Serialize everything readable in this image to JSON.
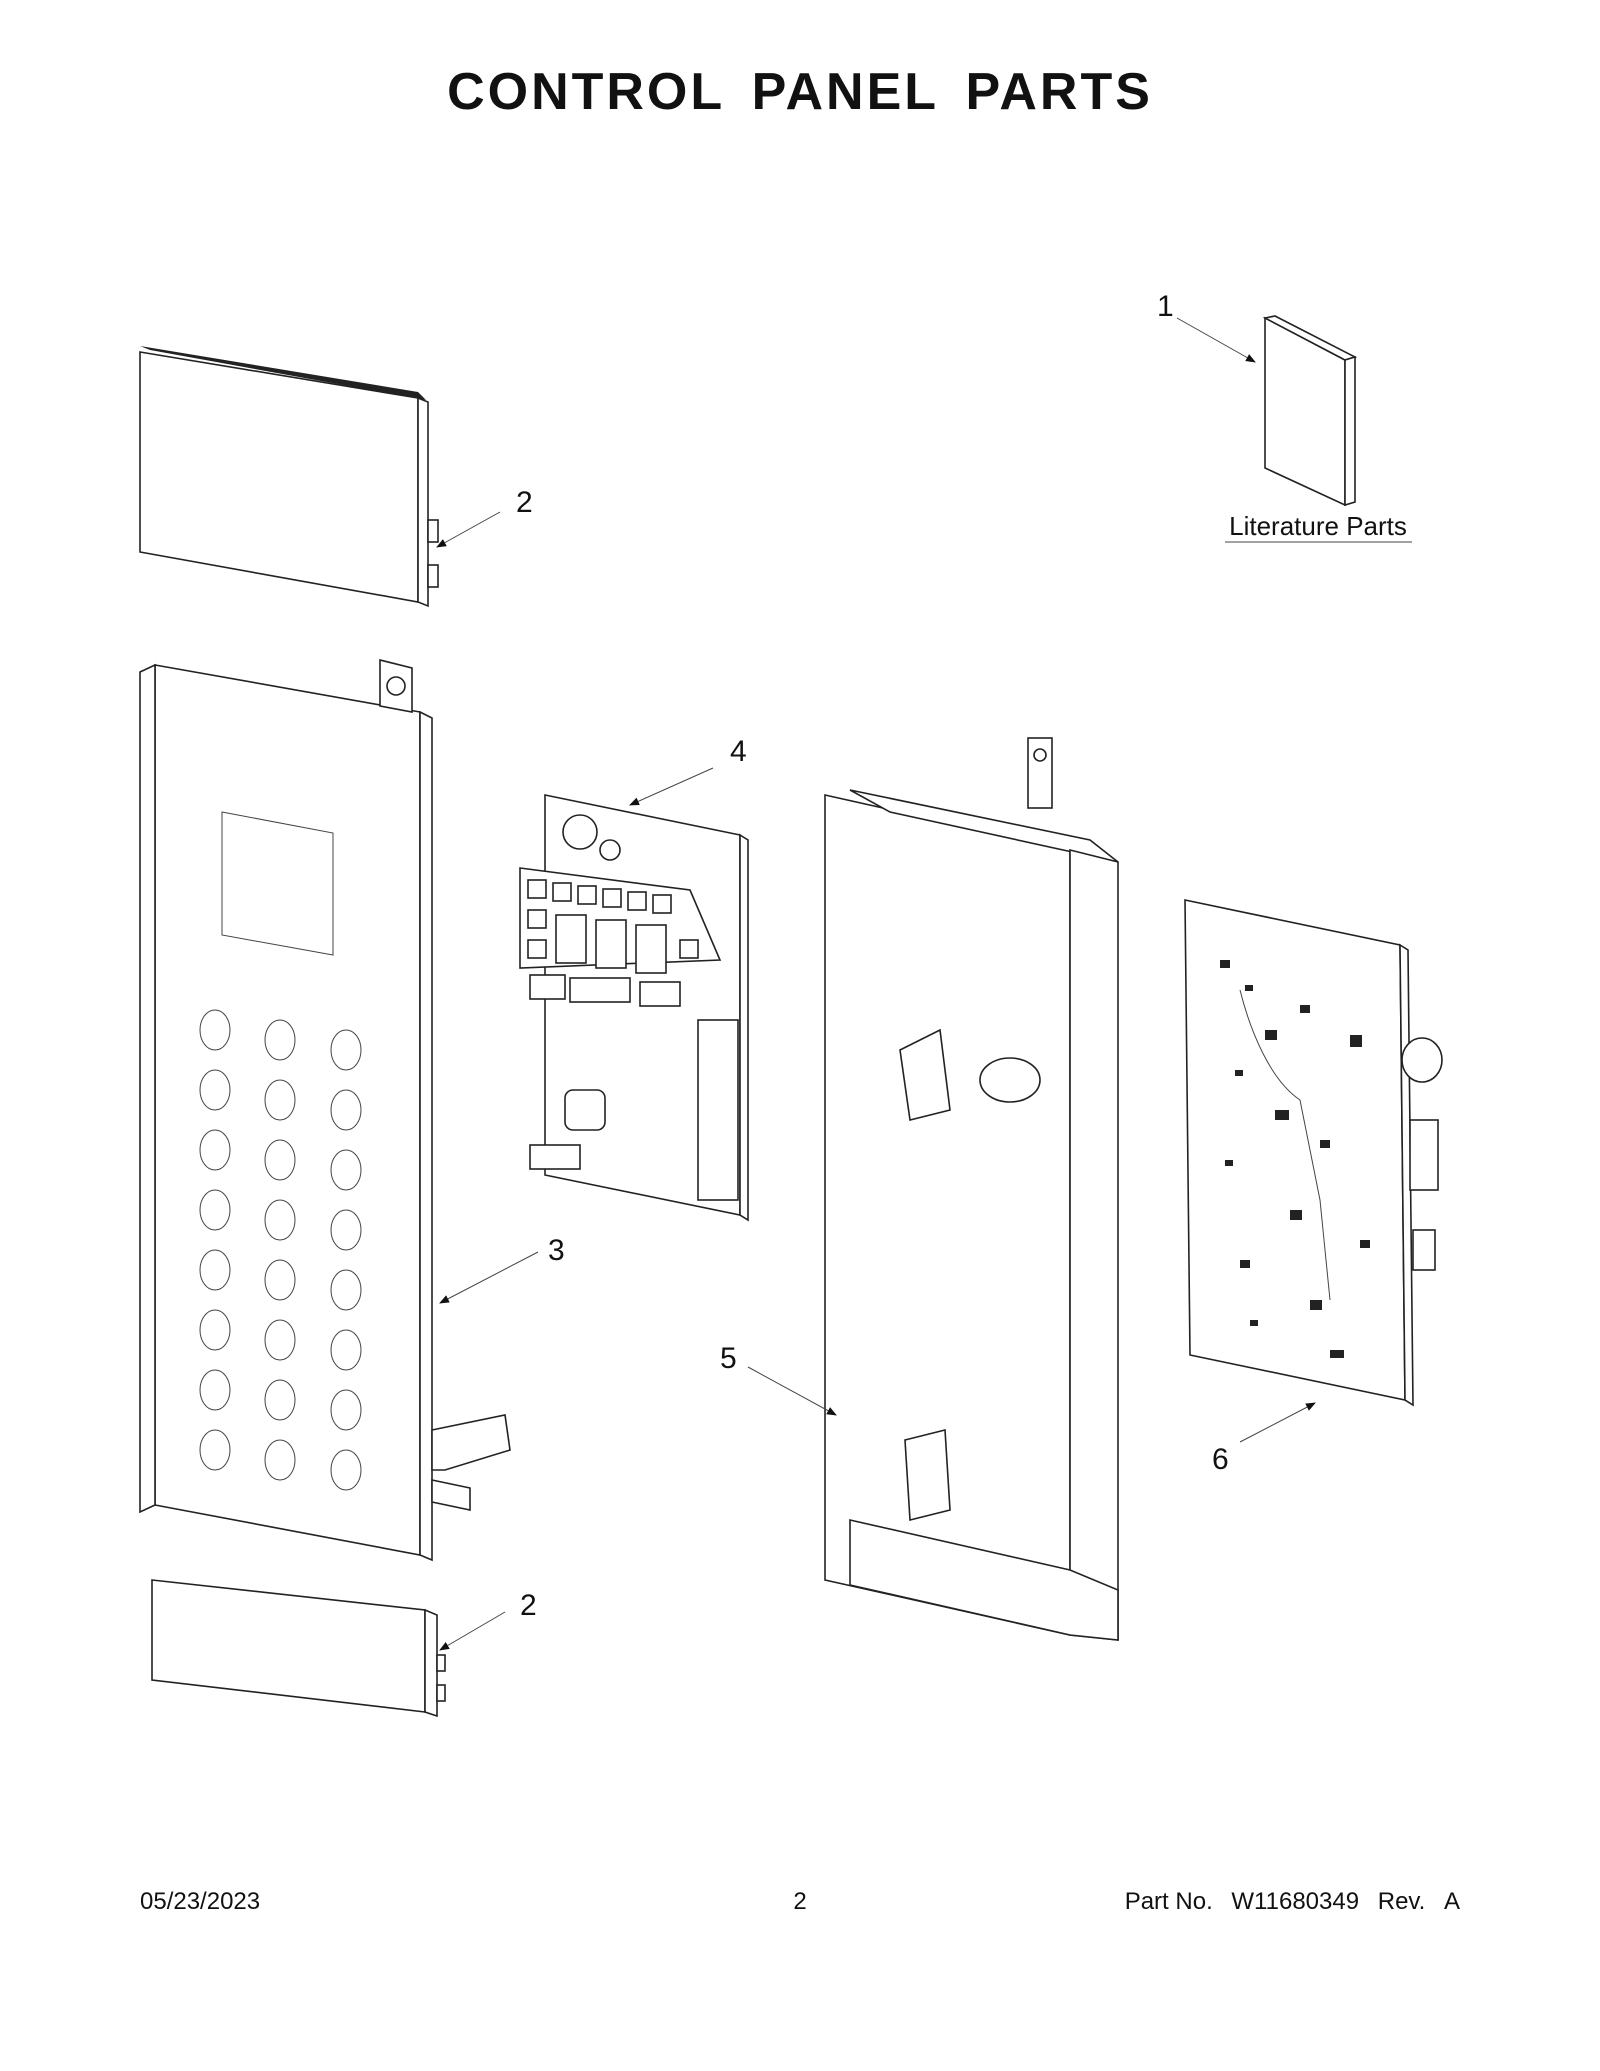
{
  "title": "CONTROL PANEL PARTS",
  "callouts": [
    {
      "id": "1",
      "label": "1"
    },
    {
      "id": "2a",
      "label": "2"
    },
    {
      "id": "2b",
      "label": "2"
    },
    {
      "id": "3",
      "label": "3"
    },
    {
      "id": "4",
      "label": "4"
    },
    {
      "id": "5",
      "label": "5"
    },
    {
      "id": "6",
      "label": "6"
    }
  ],
  "literature_label": "Literature Parts",
  "footer": {
    "date": "05/23/2023",
    "page": "2",
    "part_prefix": "Part No.",
    "part_number": "W11680349",
    "rev_prefix": "Rev.",
    "rev": "A"
  }
}
